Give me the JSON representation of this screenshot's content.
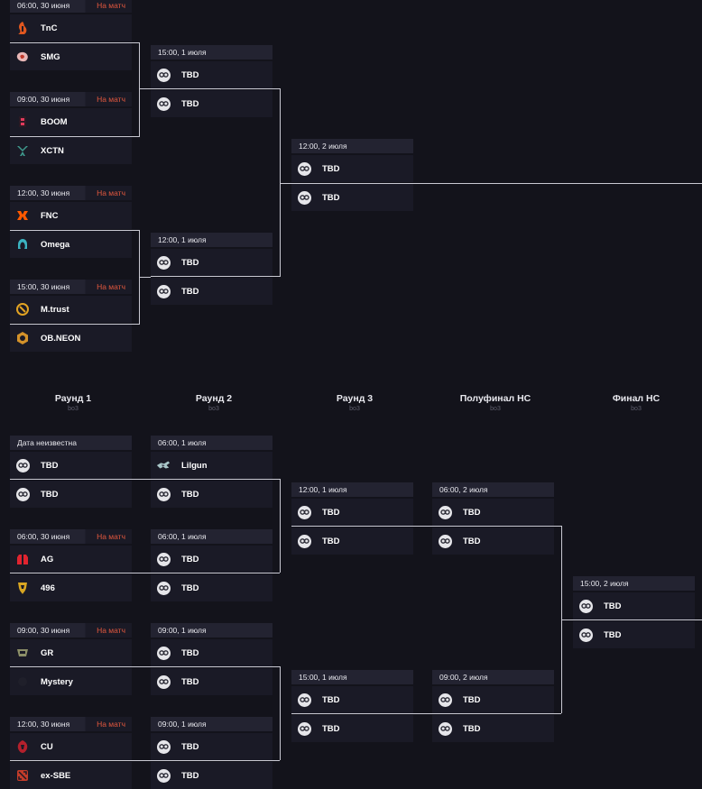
{
  "link_label": "На матч",
  "rounds": [
    {
      "title": "Раунд 1",
      "format": "bo3"
    },
    {
      "title": "Раунд 2",
      "format": "bo3"
    },
    {
      "title": "Раунд 3",
      "format": "bo3"
    },
    {
      "title": "Полуфинал НС",
      "format": "bo3"
    },
    {
      "title": "Финал НС",
      "format": "bo3"
    }
  ],
  "matches": [
    {
      "id": "u1",
      "time": "06:00, 30 июня",
      "link": true,
      "teams": [
        {
          "name": "TnC",
          "icon": "tnc-logo-icon"
        },
        {
          "name": "SMG",
          "icon": "smg-logo-icon"
        }
      ]
    },
    {
      "id": "u2",
      "time": "09:00, 30 июня",
      "link": true,
      "teams": [
        {
          "name": "BOOM",
          "icon": "boom-logo-icon"
        },
        {
          "name": "XCTN",
          "icon": "xctn-logo-icon"
        }
      ]
    },
    {
      "id": "u3",
      "time": "12:00, 30 июня",
      "link": true,
      "teams": [
        {
          "name": "FNC",
          "icon": "fnatic-logo-icon"
        },
        {
          "name": "Omega",
          "icon": "omega-logo-icon"
        }
      ]
    },
    {
      "id": "u4",
      "time": "15:00, 30 июня",
      "link": true,
      "teams": [
        {
          "name": "M.trust",
          "icon": "mtrust-logo-icon"
        },
        {
          "name": "OB.NEON",
          "icon": "obneon-logo-icon"
        }
      ]
    },
    {
      "id": "u5",
      "time": "15:00, 1 июля",
      "link": false,
      "teams": [
        {
          "name": "TBD",
          "icon": "tbd-icon"
        },
        {
          "name": "TBD",
          "icon": "tbd-icon"
        }
      ]
    },
    {
      "id": "u6",
      "time": "12:00, 1 июля",
      "link": false,
      "teams": [
        {
          "name": "TBD",
          "icon": "tbd-icon"
        },
        {
          "name": "TBD",
          "icon": "tbd-icon"
        }
      ]
    },
    {
      "id": "u7",
      "time": "12:00, 2 июля",
      "link": false,
      "teams": [
        {
          "name": "TBD",
          "icon": "tbd-icon"
        },
        {
          "name": "TBD",
          "icon": "tbd-icon"
        }
      ]
    },
    {
      "id": "l1",
      "time": "Дата неизвестна",
      "link": false,
      "teams": [
        {
          "name": "TBD",
          "icon": "tbd-icon"
        },
        {
          "name": "TBD",
          "icon": "tbd-icon"
        }
      ]
    },
    {
      "id": "l2",
      "time": "06:00, 30 июня",
      "link": true,
      "teams": [
        {
          "name": "AG",
          "icon": "ag-logo-icon"
        },
        {
          "name": "496",
          "icon": "496-logo-icon"
        }
      ]
    },
    {
      "id": "l3",
      "time": "09:00, 30 июня",
      "link": true,
      "teams": [
        {
          "name": "GR",
          "icon": "gr-logo-icon"
        },
        {
          "name": "Mystery",
          "icon": "mystery-logo-icon"
        }
      ]
    },
    {
      "id": "l4",
      "time": "12:00, 30 июня",
      "link": true,
      "teams": [
        {
          "name": "CU",
          "icon": "cu-logo-icon"
        },
        {
          "name": "ex-SBE",
          "icon": "dota-logo-icon"
        }
      ]
    },
    {
      "id": "l5",
      "time": "06:00, 1 июля",
      "link": false,
      "teams": [
        {
          "name": "Lilgun",
          "icon": "lilgun-logo-icon"
        },
        {
          "name": "TBD",
          "icon": "tbd-icon"
        }
      ]
    },
    {
      "id": "l6",
      "time": "06:00, 1 июля",
      "link": false,
      "teams": [
        {
          "name": "TBD",
          "icon": "tbd-icon"
        },
        {
          "name": "TBD",
          "icon": "tbd-icon"
        }
      ]
    },
    {
      "id": "l7",
      "time": "09:00, 1 июля",
      "link": false,
      "teams": [
        {
          "name": "TBD",
          "icon": "tbd-icon"
        },
        {
          "name": "TBD",
          "icon": "tbd-icon"
        }
      ]
    },
    {
      "id": "l8",
      "time": "09:00, 1 июля",
      "link": false,
      "teams": [
        {
          "name": "TBD",
          "icon": "tbd-icon"
        },
        {
          "name": "TBD",
          "icon": "tbd-icon"
        }
      ]
    },
    {
      "id": "l9",
      "time": "12:00, 1 июля",
      "link": false,
      "teams": [
        {
          "name": "TBD",
          "icon": "tbd-icon"
        },
        {
          "name": "TBD",
          "icon": "tbd-icon"
        }
      ]
    },
    {
      "id": "l10",
      "time": "15:00, 1 июля",
      "link": false,
      "teams": [
        {
          "name": "TBD",
          "icon": "tbd-icon"
        },
        {
          "name": "TBD",
          "icon": "tbd-icon"
        }
      ]
    },
    {
      "id": "l11",
      "time": "06:00, 2 июля",
      "link": false,
      "teams": [
        {
          "name": "TBD",
          "icon": "tbd-icon"
        },
        {
          "name": "TBD",
          "icon": "tbd-icon"
        }
      ]
    },
    {
      "id": "l12",
      "time": "09:00, 2 июля",
      "link": false,
      "teams": [
        {
          "name": "TBD",
          "icon": "tbd-icon"
        },
        {
          "name": "TBD",
          "icon": "tbd-icon"
        }
      ]
    },
    {
      "id": "l13",
      "time": "15:00, 2 июля",
      "link": false,
      "teams": [
        {
          "name": "TBD",
          "icon": "tbd-icon"
        },
        {
          "name": "TBD",
          "icon": "tbd-icon"
        }
      ]
    }
  ]
}
